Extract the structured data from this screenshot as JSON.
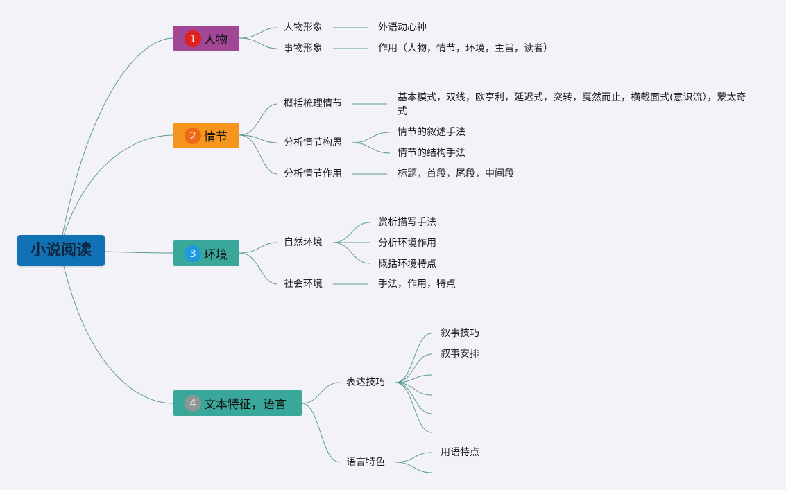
{
  "root": {
    "label": "小说阅读",
    "color": "#1072b4"
  },
  "topics": [
    {
      "num": "1",
      "label": "人物",
      "color": "#a24696",
      "badge_color": "#e0211b"
    },
    {
      "num": "2",
      "label": "情节",
      "color": "#f6951d",
      "badge_color": "#ee6a17"
    },
    {
      "num": "3",
      "label": "环境",
      "color": "#3aa79b",
      "badge_color": "#1f9bdd"
    },
    {
      "num": "4",
      "label": "文本特征，语言",
      "color": "#3aa79b",
      "badge_color": "#8d9596"
    }
  ],
  "subtopics": {
    "t1": [
      "人物形象",
      "事物形象"
    ],
    "t2": [
      "概括梳理情节",
      "分析情节构思",
      "分析情节作用"
    ],
    "t3": [
      "自然环境",
      "社会环境"
    ],
    "t4": [
      "表达技巧",
      "语言特色"
    ]
  },
  "leaves": {
    "t1s1": [
      "外语动心神"
    ],
    "t1s2": [
      "作用（人物，情节，环境，主旨，读者）"
    ],
    "t2s1": [
      "基本模式，双线，欧亨利，延迟式，突转，戛然而止，横截面式(意识流），蒙太奇式"
    ],
    "t2s2": [
      "情节的叙述手法",
      "情节的结构手法"
    ],
    "t2s3": [
      "标题，首段，尾段，中间段"
    ],
    "t3s1": [
      "赏析描写手法",
      "分析环境作用",
      "概括环境特点"
    ],
    "t3s2": [
      "手法，作用，特点"
    ],
    "t4s1": [
      "叙事技巧",
      "叙事安排"
    ],
    "t4s2": [
      "用语特点"
    ]
  }
}
